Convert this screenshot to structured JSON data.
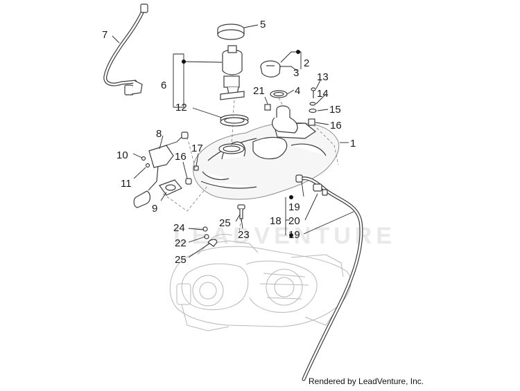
{
  "callouts": {
    "c1": "1",
    "c2": "2",
    "c3": "3",
    "c4": "4",
    "c5": "5",
    "c6": "6",
    "c7": "7",
    "c8": "8",
    "c9": "9",
    "c10": "10",
    "c11": "11",
    "c12": "12",
    "c13": "13",
    "c14": "14",
    "c15": "15",
    "c16a": "16",
    "c16b": "16",
    "c17": "17",
    "c18": "18",
    "c19a": "19",
    "c19b": "19",
    "c20": "20",
    "c21": "21",
    "c22": "22",
    "c23": "23",
    "c24": "24",
    "c25a": "25",
    "c25b": "25"
  },
  "watermark": "LEADVENTURE",
  "credit": "Rendered by LeadVenture, Inc."
}
